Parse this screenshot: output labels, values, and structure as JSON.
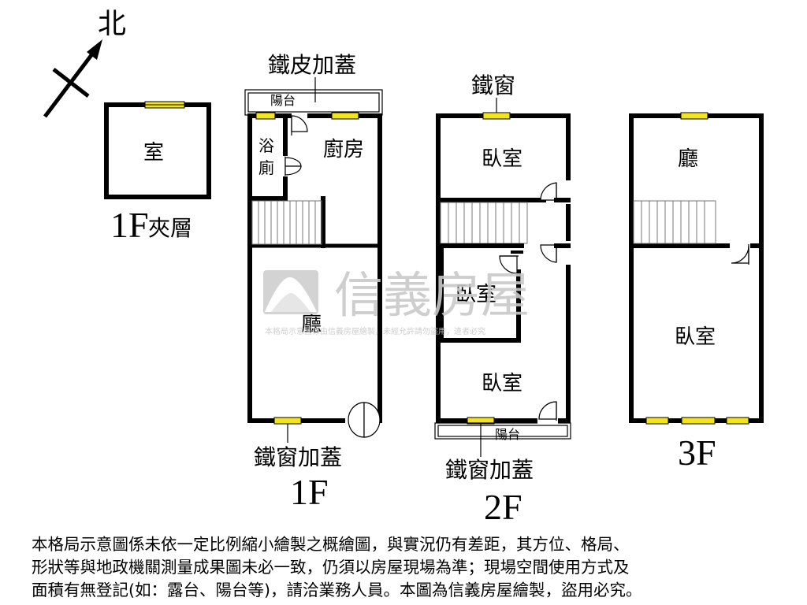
{
  "compass": {
    "label": "北"
  },
  "mezzanine": {
    "room": "室",
    "floor_label": "1F",
    "floor_suffix": "夾層"
  },
  "floor1": {
    "top_label": "鐵皮加蓋",
    "balcony": "陽台",
    "bath_line1": "浴",
    "bath_line2": "廁",
    "kitchen": "廚房",
    "hall": "廳",
    "bottom_label": "鐵窗加蓋",
    "floor_label": "1F"
  },
  "floor2": {
    "top_label": "鐵窗",
    "bedroom_top": "臥室",
    "bedroom_mid": "臥室",
    "bedroom_bottom": "臥室",
    "balcony": "陽台",
    "bottom_label": "鐵窗加蓋",
    "floor_label": "2F"
  },
  "floor3": {
    "hall": "廳",
    "bedroom": "臥室",
    "floor_label": "3F"
  },
  "watermark": {
    "brand": "信義房屋",
    "notice": "本格局示意圖係由信義房屋繪製，未經允許請勿盜用，違者必究"
  },
  "disclaimer": {
    "line1": "本格局示意圖係未依一定比例縮小繪製之概繪圖，與實況仍有差距，其方位、格局、",
    "line2": "形狀等與地政機關測量成果圖未必一致，仍須以房屋現場為準；現場空間使用方式及",
    "line3": "面積有無登記(如：露台、陽台等)，請洽業務人員。本圖為信義房屋繪製，盜用必究。"
  },
  "colors": {
    "window": "#f4e41c",
    "wall": "#000000",
    "watermark": "#c9c9c9"
  }
}
